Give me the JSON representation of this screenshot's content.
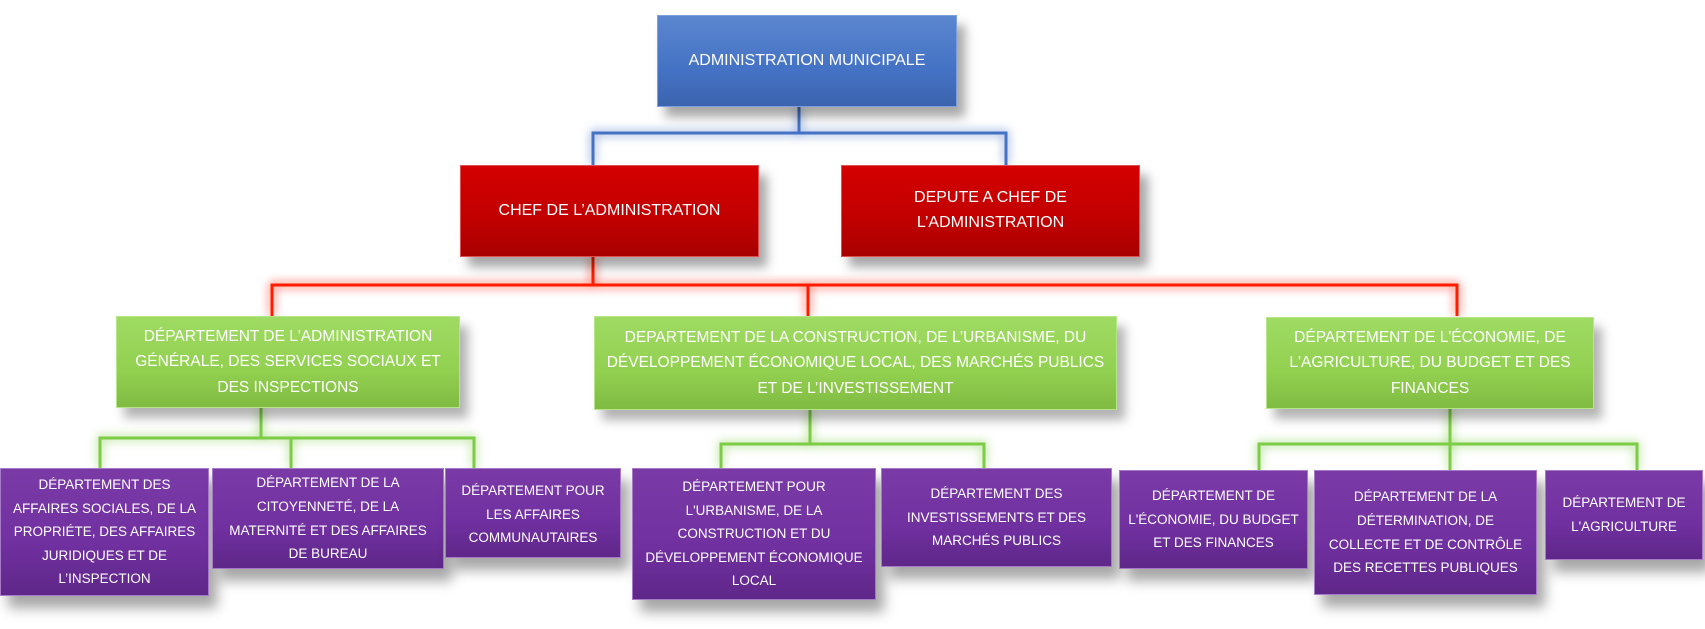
{
  "colors": {
    "level0": "#4472c4",
    "level1": "#c00000",
    "level2": "#92d050",
    "level3": "#7030a0",
    "link_blue": "#4472c4",
    "link_red": "#ff0000",
    "link_green": "#92d050"
  },
  "root": {
    "label": "ADMINISTRATION MUNICIPALE"
  },
  "level1": [
    {
      "label": "CHEF DE L’ADMINISTRATION"
    },
    {
      "label": "DEPUTE A CHEF DE L’ADMINISTRATION"
    }
  ],
  "level2": [
    {
      "label": "DÉPARTEMENT DE L'ADMINISTRATION GÉNÉRALE, DES SERVICES SOCIAUX ET DES INSPECTIONS"
    },
    {
      "label": "DEPARTEMENT DE LA CONSTRUCTION, DE L’URBANISME, DU DÉVELOPPEMENT ÉCONOMIQUE LOCAL, DES MARCHÉS PUBLICS ET DE L’INVESTISSEMENT"
    },
    {
      "label": "DÉPARTEMENT DE L'ÉCONOMIE, DE L'AGRICULTURE, DU BUDGET ET DES FINANCES"
    }
  ],
  "level3": [
    {
      "label": "DÉPARTEMENT DES AFFAIRES SOCIALES, DE LA PROPRIÉTE, DES AFFAIRES JURIDIQUES ET DE L’INSPECTION"
    },
    {
      "label": "DÉPARTEMENT DE LA CITOYENNETÉ, DE LA MATERNITÉ ET DES AFFAIRES DE BUREAU"
    },
    {
      "label": "DÉPARTEMENT POUR LES AFFAIRES COMMUNAUTAIRES"
    },
    {
      "label": "DÉPARTEMENT POUR L'URBANISME, DE LA CONSTRUCTION ET DU DÉVELOPPEMENT ÉCONOMIQUE LOCAL"
    },
    {
      "label": "DÉPARTEMENT DES INVESTISSEMENTS ET DES MARCHÉS PUBLICS"
    },
    {
      "label": "DÉPARTEMENT DE L'ÉCONOMIE, DU BUDGET ET DES FINANCES"
    },
    {
      "label": "DÉPARTEMENT DE LA DÉTERMINATION, DE COLLECTE ET DE CONTRÔLE DES RECETTES PUBLIQUES"
    },
    {
      "label": "DÉPARTEMENT DE L'AGRICULTURE"
    }
  ]
}
